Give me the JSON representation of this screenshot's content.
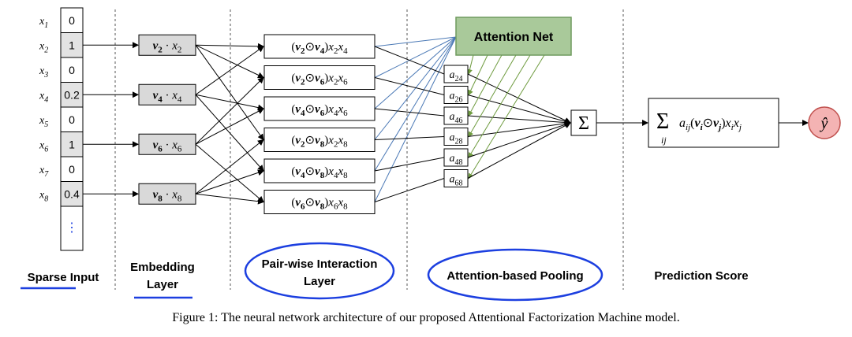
{
  "sparse_input": {
    "labels": [
      "x",
      "x",
      "x",
      "x",
      "x",
      "x",
      "x",
      "x"
    ],
    "subscripts": [
      "1",
      "2",
      "3",
      "4",
      "5",
      "6",
      "7",
      "8"
    ],
    "values": [
      "0",
      "1",
      "0",
      "0.2",
      "0",
      "1",
      "0",
      "0.4"
    ],
    "ellipsis": "⋮"
  },
  "embedding": [
    {
      "v": "v",
      "vs": "2",
      "x": "x",
      "xs": "2"
    },
    {
      "v": "v",
      "vs": "4",
      "x": "x",
      "xs": "4"
    },
    {
      "v": "v",
      "vs": "6",
      "x": "x",
      "xs": "6"
    },
    {
      "v": "v",
      "vs": "8",
      "x": "x",
      "xs": "8"
    }
  ],
  "pairwise": [
    {
      "a": "2",
      "b": "4"
    },
    {
      "a": "2",
      "b": "6"
    },
    {
      "a": "4",
      "b": "6"
    },
    {
      "a": "2",
      "b": "8"
    },
    {
      "a": "4",
      "b": "8"
    },
    {
      "a": "6",
      "b": "8"
    }
  ],
  "attention_net": "Attention Net",
  "attention_weights": [
    "24",
    "26",
    "46",
    "28",
    "48",
    "68"
  ],
  "sum_symbol": "Σ",
  "prediction_formula": {
    "sum": "Σ",
    "sum_sub": "ij",
    "a": "a",
    "a_sub": "ij",
    "vi": "i",
    "vj": "j",
    "xi": "i",
    "xj": "j"
  },
  "output": "ŷ",
  "layer_labels": {
    "sparse": "Sparse Input",
    "embedding_1": "Embedding",
    "embedding_2": "Layer",
    "pairwise_1": "Pair-wise Interaction",
    "pairwise_2": "Layer",
    "pooling": "Attention-based Pooling",
    "prediction": "Prediction Score"
  },
  "caption": "Figure 1: The neural network architecture of our proposed Attentional Factorization Machine model.",
  "colors": {
    "attention_fill": "#a9c99a",
    "attention_border": "#6f9a5e",
    "embed_fill": "#d9d9d9",
    "sparse_fill": "#e3e3e3",
    "output_fill": "#f4b3b3",
    "output_border": "#c0504d",
    "ellipse": "#1c3fe0",
    "underline": "#1c3fe0",
    "blue_lines": "#4a78b5",
    "green_lines": "#6e9b3f"
  }
}
